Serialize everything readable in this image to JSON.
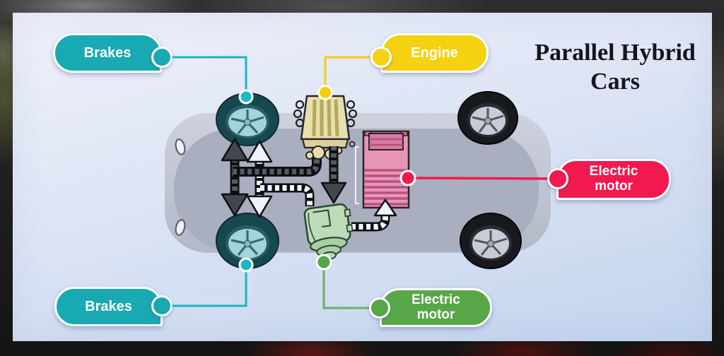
{
  "title": {
    "text": "Parallel Hybrid Cars"
  },
  "callouts": {
    "brakes_front": {
      "label": "Brakes",
      "color": "#18A9B2"
    },
    "engine": {
      "label": "Engine",
      "color": "#F5D211"
    },
    "electric_motor_right": {
      "label": "Electric motor",
      "color": "#F2194F"
    },
    "brakes_rear": {
      "label": "Brakes",
      "color": "#18A9B2"
    },
    "electric_motor_rear": {
      "label": "Electric motor",
      "color": "#57A748"
    }
  },
  "diagram": {
    "icons": {
      "car_chassis_icon": "top-down gray car body",
      "front_left_wheel_icon": "teal alloy wheel",
      "rear_left_wheel_icon": "teal alloy wheel",
      "front_right_wheel_icon": "black alloy wheel",
      "rear_right_wheel_icon": "black alloy wheel",
      "engine_icon": "combustion engine block with coil springs",
      "electric_motor_block_icon": "pink striped motor/battery block",
      "electric_motor_cylinder_icon": "green motor cylinder",
      "axle_double_arrows_icon": "dark and white double-headed axle arrows",
      "drive_shaft_icon": "segmented drive shafts with elbows",
      "power_flow_arrow_icon": "white elbow arrow into motor block"
    },
    "line_colors": {
      "teal": "#1AB6C0",
      "yellow": "#F2CD15",
      "pink": "#F2194F",
      "green": "#6FAE63"
    }
  },
  "background": {
    "panel": "#DDE4F4",
    "border": "#181818"
  }
}
